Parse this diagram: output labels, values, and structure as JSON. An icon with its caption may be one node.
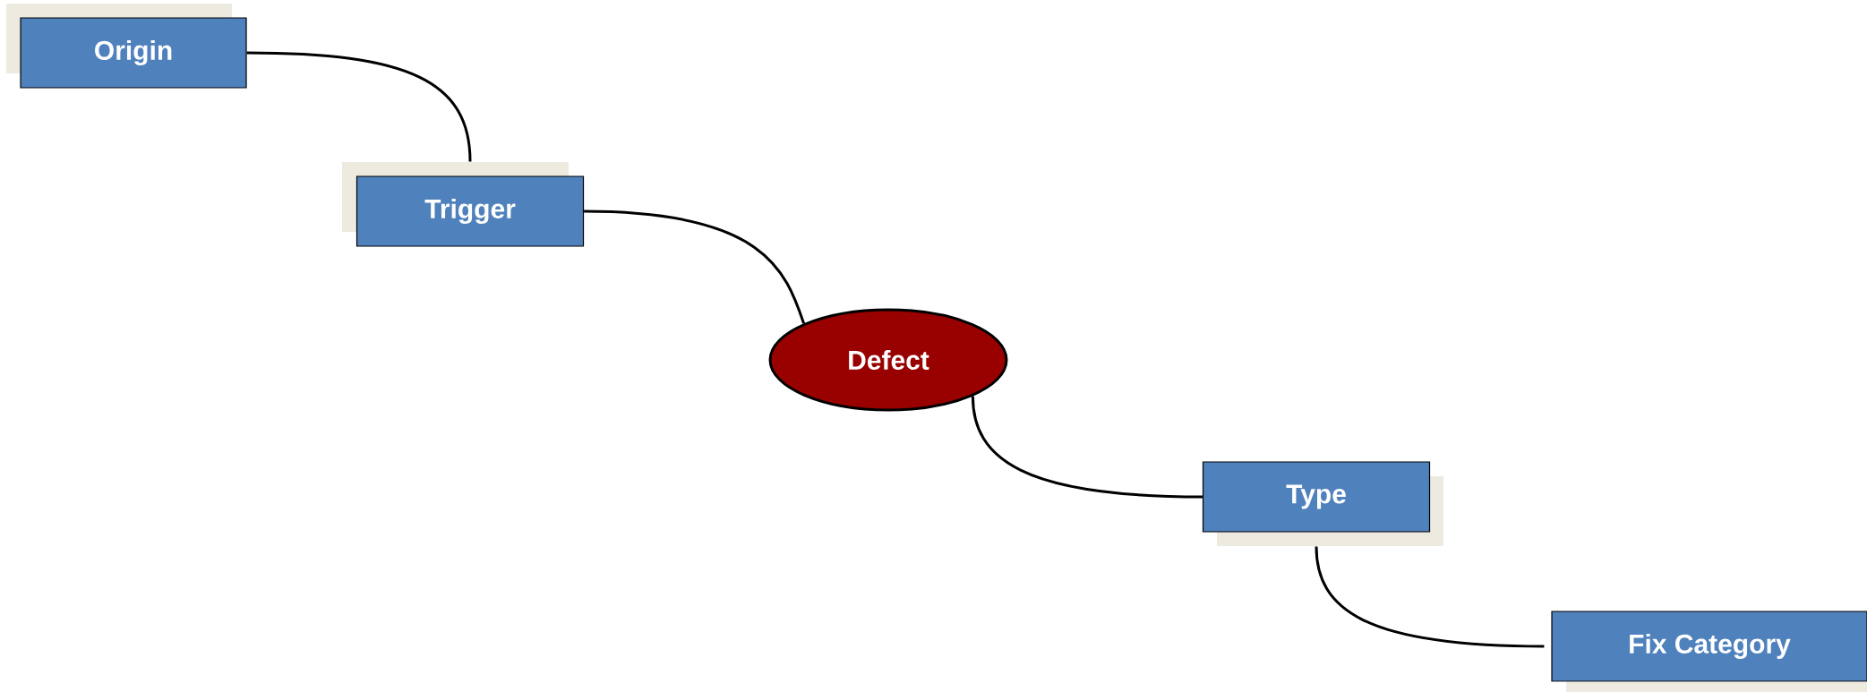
{
  "diagram": {
    "nodes": [
      {
        "text": [
          "Origin"
        ]
      },
      {
        "text": [
          "Trigger"
        ]
      },
      {
        "text": [
          "Defect"
        ]
      },
      {
        "text": [
          "Type"
        ]
      },
      {
        "text": [
          "Fix Category"
        ]
      }
    ],
    "edges": [
      {
        "from": 0,
        "to": 1,
        "arrow": "none"
      },
      {
        "from": 1,
        "to": 2,
        "arrow": "none"
      },
      {
        "from": 2,
        "to": 3,
        "arrow": "none"
      },
      {
        "from": 3,
        "to": 4,
        "arrow": "none"
      }
    ]
  }
}
